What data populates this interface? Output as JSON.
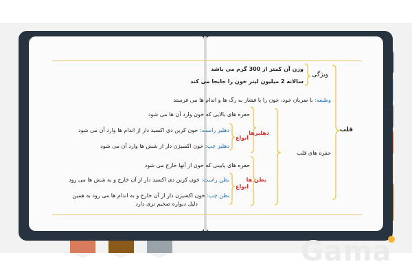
{
  "diagram": {
    "root": "قلب",
    "features_label": "ویژگی",
    "feature_1": "وزن آن کمتر از 300 گرم می باشد",
    "feature_2": "سالانه 2 میلیون لیتر خون را جابجا می کند",
    "function_title": "وظیفه:",
    "function_text": "با ضربان خود، خون را با فشار به رگ ها و اندام ها می فرستد",
    "chambers_label": "حفره های قلب",
    "atria_label": "دهلیزها",
    "atria_desc": "حفره های بالایی که خون وارد آن ها می شود",
    "types_label": "انواع",
    "right_atrium_title": "دهلیز راست:",
    "right_atrium_text": "خون کربن دی اکسید دار از اندام ها وارد آن می شود",
    "left_atrium_title": "دهلیز چپ:",
    "left_atrium_text": "خون اکسیژن دار از شش ها وارد آن می شود",
    "ventricles_label": "بطن ها",
    "ventricles_desc": "حفره های پایینی که خون از آنها خارج می شود",
    "right_ventricle_title": "بطن راست:",
    "right_ventricle_text": "خون کربن دی اکسید دار از آن خارج و به شش ها می رود",
    "left_ventricle_title": "بطن چپ:",
    "left_ventricle_text": "خون اکسیژن دار از آن خارج و به اندام ها می رود به همین",
    "left_ventricle_text_2": "دلیل دیواره ضخیم تری دارد"
  },
  "watermark": "Gama",
  "colors": {
    "cover": "#283340",
    "page": "#fbfbfb",
    "bracket": "#f0c24a",
    "highlight_blue": "#1f6fb4",
    "highlight_red": "#d0312d",
    "tab_1": "#283340",
    "tab_2": "#a7bfd6",
    "tab_3": "#707070",
    "tab_4": "#d97b5d",
    "tab_5": "#f6dcc4",
    "tab_6": "#8a5a1c",
    "marker_1": "#d97b5d",
    "marker_2": "#8a5a1c",
    "marker_3": "#9aa3a9"
  }
}
